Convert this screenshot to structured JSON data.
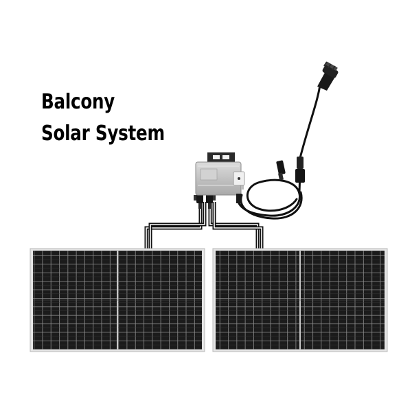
{
  "title": {
    "line1": "Balcony",
    "line2": "Solar System"
  },
  "colors": {
    "background": "#ffffff",
    "panel_frame": "#c9c9c9",
    "panel_cell": "#1b1b1b",
    "cell_grid": "#8a8a8a",
    "cable": "#111111",
    "inverter_body": "#c4c4c4"
  },
  "figure": {
    "panel_count": 2,
    "component_icons": [
      "solar-panel",
      "microinverter",
      "cable",
      "schuko-plug",
      "mc4-connector"
    ]
  }
}
